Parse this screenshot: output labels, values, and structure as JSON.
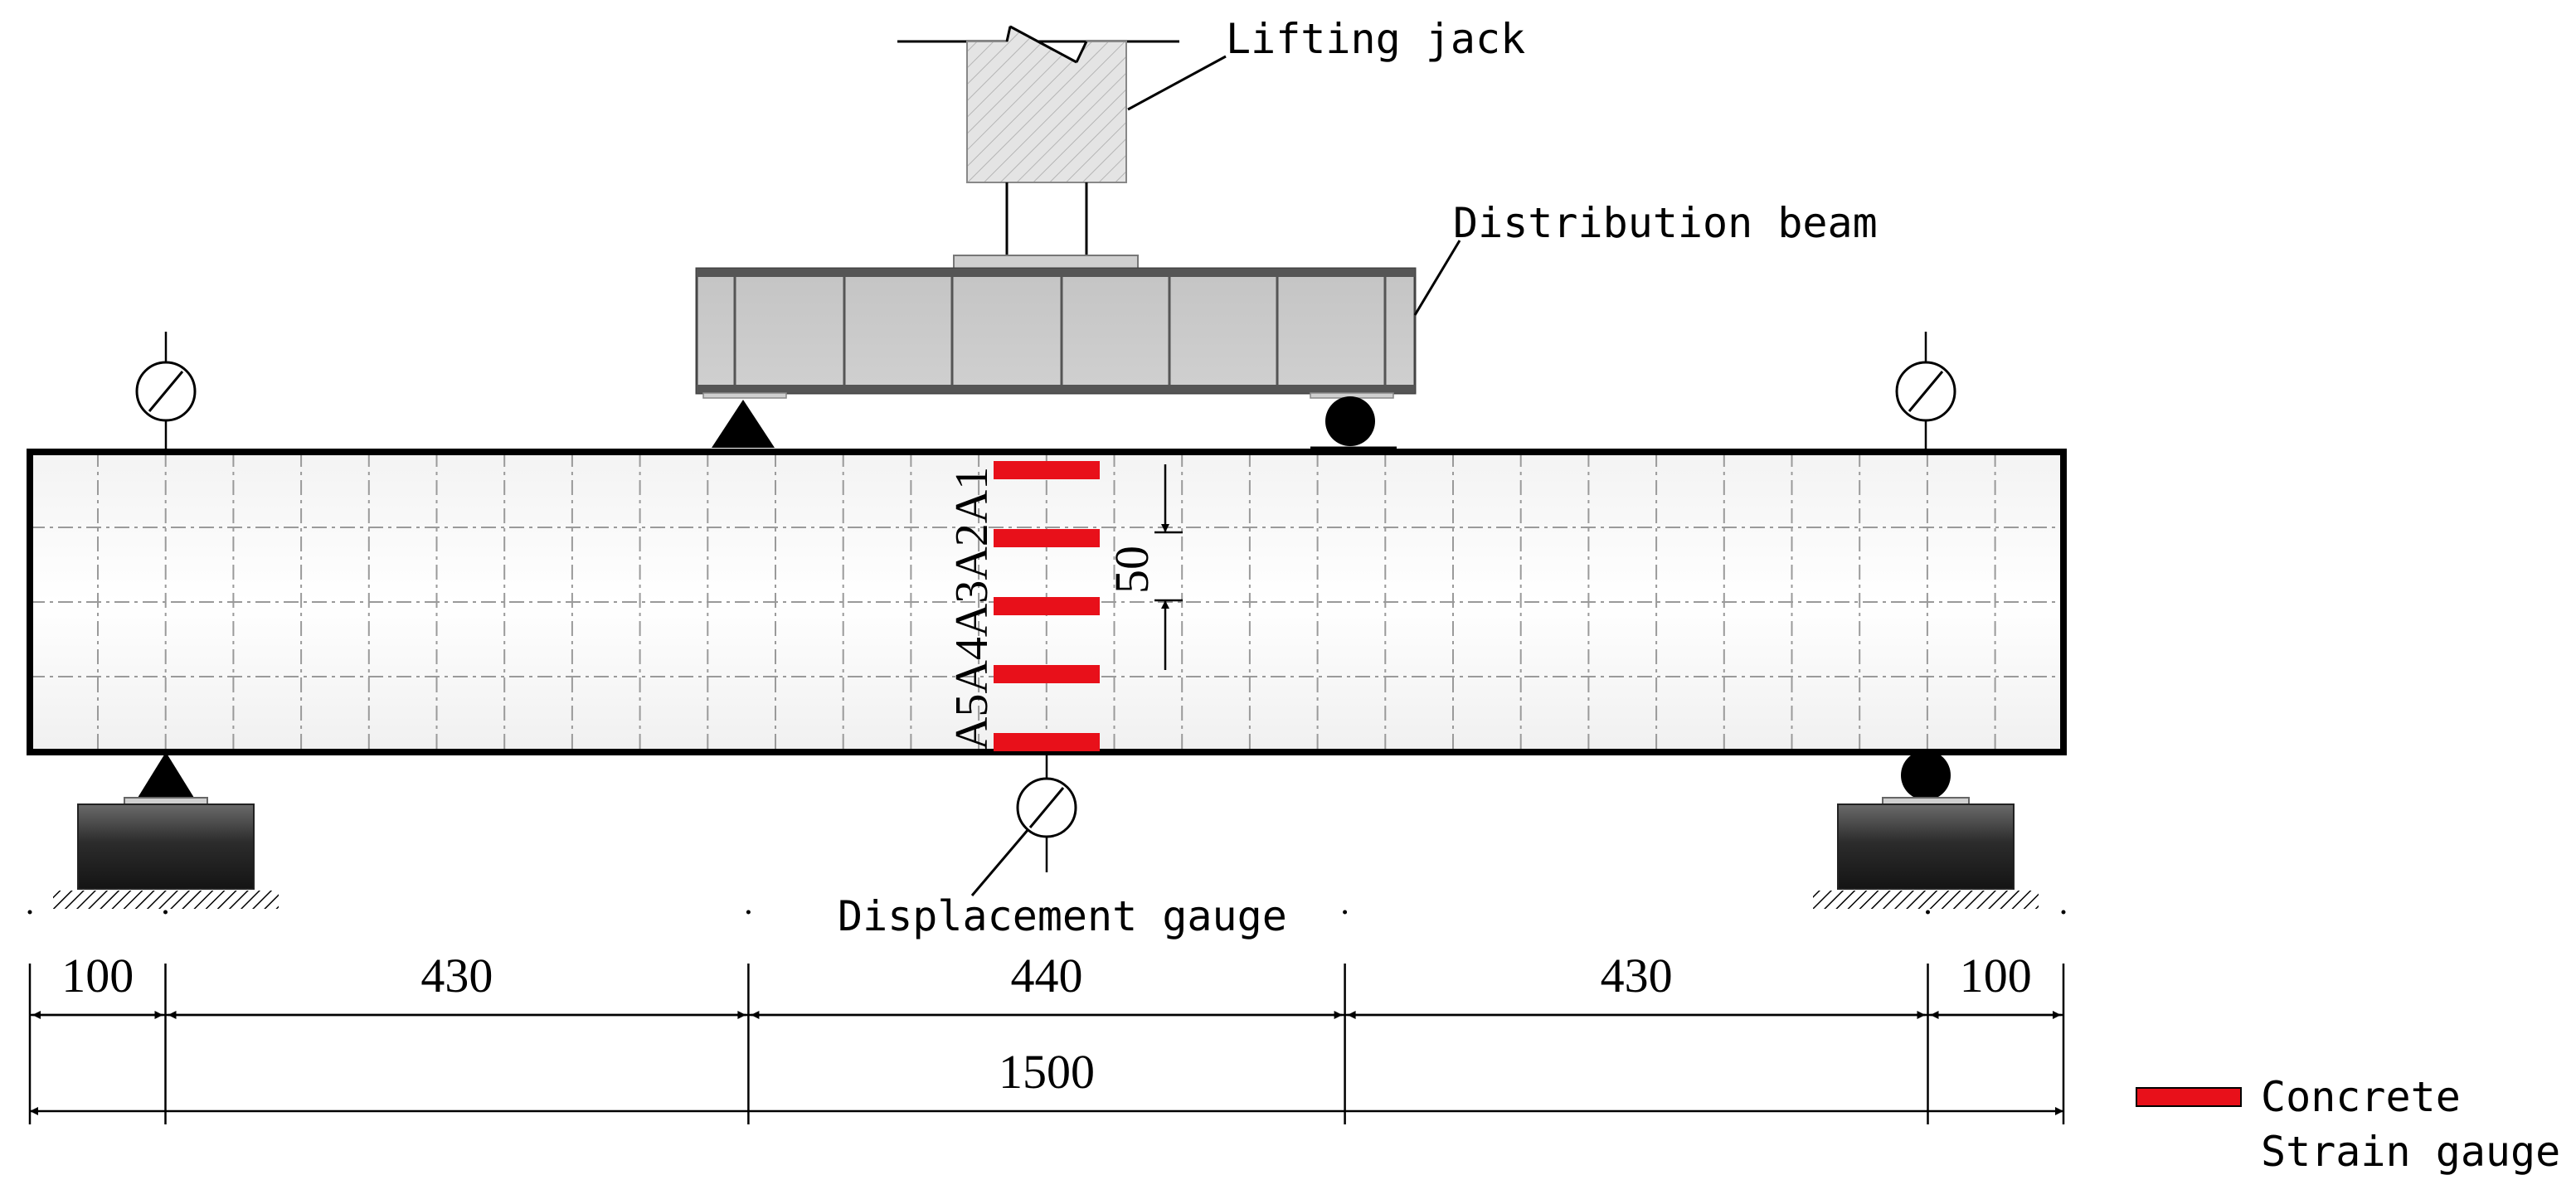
{
  "labels": {
    "lifting_jack": "Lifting jack",
    "distribution_beam": "Distribution beam",
    "displacement_gauge": "Displacement gauge",
    "legend_line1": "Concrete",
    "legend_line2": "Strain gauge"
  },
  "gauge_labels": [
    "A1",
    "A2",
    "A3",
    "A4",
    "A5"
  ],
  "gauge_spacing": "50",
  "dimensions": {
    "spans": [
      "100",
      "430",
      "440",
      "430",
      "100"
    ],
    "total": "1500"
  },
  "colors": {
    "strain_gauge": "#e8101a",
    "line": "#000000",
    "beam_fill": "#c8c8c8"
  }
}
